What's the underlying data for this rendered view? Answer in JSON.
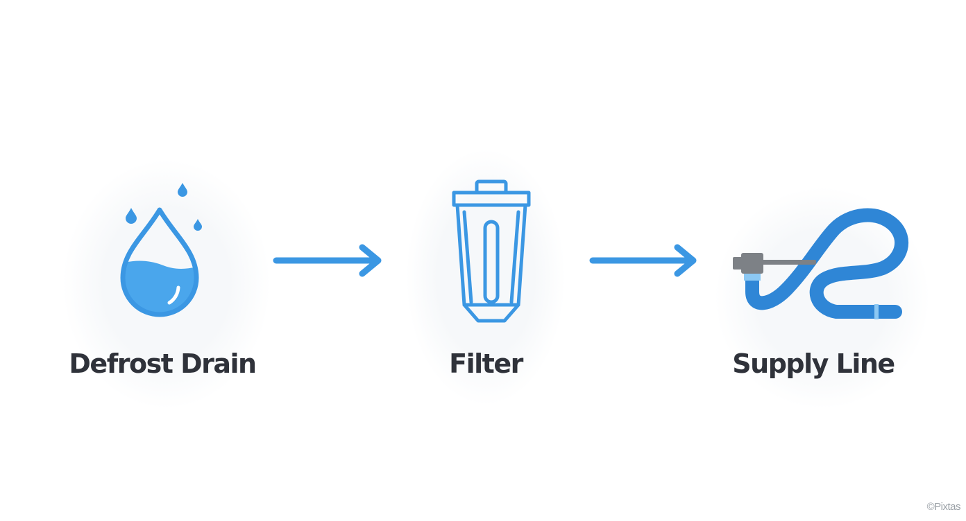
{
  "steps": [
    {
      "label": "Defrost Drain",
      "icon": "water-drop-icon"
    },
    {
      "label": "Filter",
      "icon": "water-filter-icon"
    },
    {
      "label": "Supply Line",
      "icon": "supply-hose-icon"
    }
  ],
  "connectors": [
    {
      "icon": "arrow-right-icon"
    },
    {
      "icon": "arrow-right-icon"
    }
  ],
  "watermark": "©Pixtas",
  "colors": {
    "accent": "#3b97e3",
    "accent_fill": "#4aa6ec",
    "hose": "#2f86d6",
    "fitting": "#7d8186",
    "text": "#2f323a",
    "background": "#ffffff"
  }
}
